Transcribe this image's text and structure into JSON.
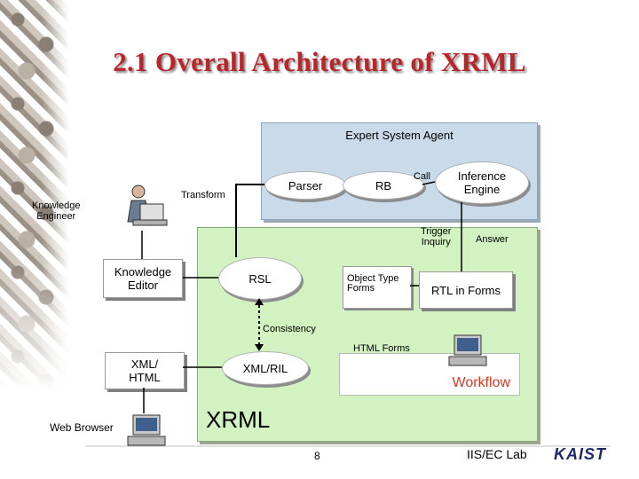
{
  "slide": {
    "title": "2.1 Overall Architecture of XRML",
    "page_number": "8",
    "footer_lab": "IIS/EC Lab",
    "footer_logo": "KAIST"
  },
  "diagram": {
    "expert_system_agent": "Expert System Agent",
    "parser": "Parser",
    "rb": "RB",
    "call": "Call",
    "inference_engine": "Inference\nEngine",
    "transform": "Transform",
    "knowledge_engineer": "Knowledge\nEngineer",
    "trigger_inquiry": "Trigger\nInquiry",
    "answer": "Answer",
    "knowledge_editor": "Knowledge\nEditor",
    "rsl": "RSL",
    "object_type_forms": "Object Type\nForms",
    "rtl_in_forms": "RTL in Forms",
    "consistency": "Consistency",
    "html_forms": "HTML Forms",
    "xml_html": "XML/\nHTML",
    "xml_ril": "XML/RIL",
    "workflow": "Workflow",
    "web_browser": "Web Browser",
    "xrml": "XRML"
  }
}
